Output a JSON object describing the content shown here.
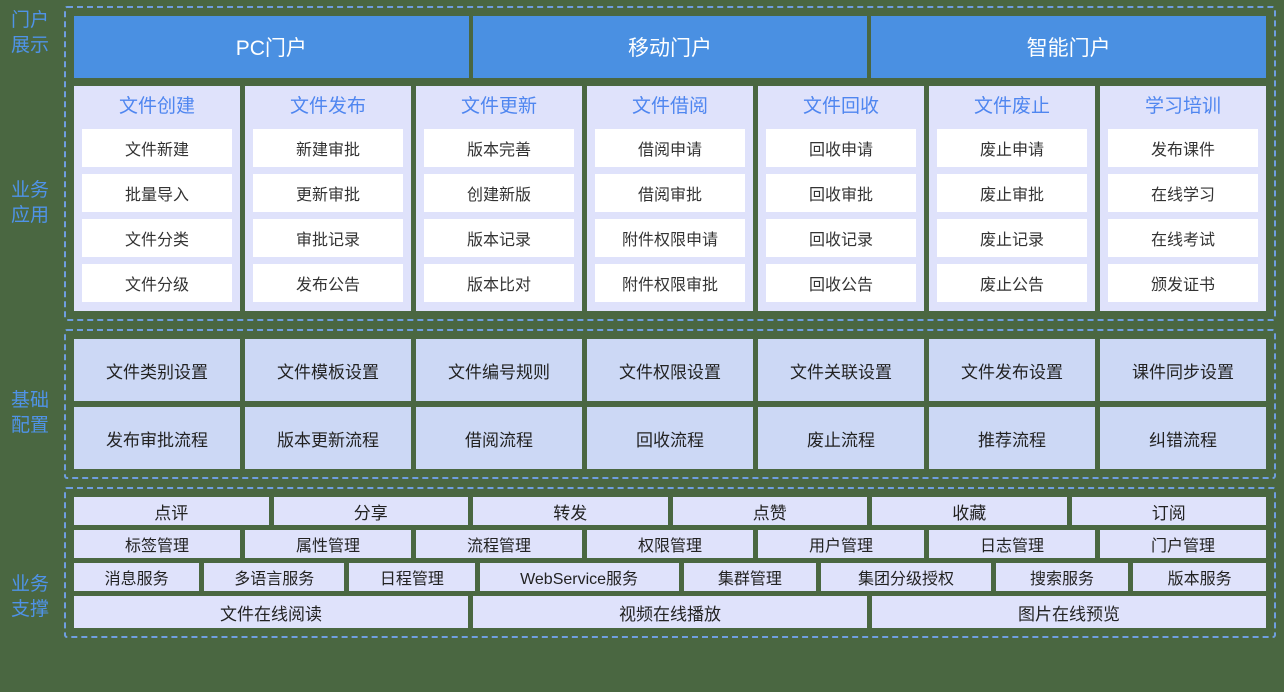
{
  "rail": {
    "labels": [
      {
        "id": "portal-display",
        "lines": [
          "门户",
          "展示"
        ]
      },
      {
        "id": "business-application",
        "lines": [
          "业务",
          "应用"
        ]
      },
      {
        "id": "basic-configuration",
        "lines": [
          "基础",
          "配置"
        ]
      },
      {
        "id": "business-support",
        "lines": [
          "业务",
          "支撑"
        ]
      }
    ]
  },
  "portal": {
    "items": [
      "PC门户",
      "移动门户",
      "智能门户"
    ]
  },
  "apps": {
    "columns": [
      {
        "title": "文件创建",
        "items": [
          "文件新建",
          "批量导入",
          "文件分类",
          "文件分级"
        ]
      },
      {
        "title": "文件发布",
        "items": [
          "新建审批",
          "更新审批",
          "审批记录",
          "发布公告"
        ]
      },
      {
        "title": "文件更新",
        "items": [
          "版本完善",
          "创建新版",
          "版本记录",
          "版本比对"
        ]
      },
      {
        "title": "文件借阅",
        "items": [
          "借阅申请",
          "借阅审批",
          "附件权限申请",
          "附件权限审批"
        ]
      },
      {
        "title": "文件回收",
        "items": [
          "回收申请",
          "回收审批",
          "回收记录",
          "回收公告"
        ]
      },
      {
        "title": "文件废止",
        "items": [
          "废止申请",
          "废止审批",
          "废止记录",
          "废止公告"
        ]
      },
      {
        "title": "学习培训",
        "items": [
          "发布课件",
          "在线学习",
          "在线考试",
          "颁发证书"
        ]
      }
    ]
  },
  "config": {
    "rows": [
      [
        "文件类别设置",
        "文件模板设置",
        "文件编号规则",
        "文件权限设置",
        "文件关联设置",
        "文件发布设置",
        "课件同步设置"
      ],
      [
        "发布审批流程",
        "版本更新流程",
        "借阅流程",
        "回收流程",
        "废止流程",
        "推荐流程",
        "纠错流程"
      ]
    ]
  },
  "support": {
    "row1": [
      "点评",
      "分享",
      "转发",
      "点赞",
      "收藏",
      "订阅"
    ],
    "row2": [
      "标签管理",
      "属性管理",
      "流程管理",
      "权限管理",
      "用户管理",
      "日志管理",
      "门户管理"
    ],
    "row3": [
      "消息服务",
      "多语言服务",
      "日程管理",
      "WebService服务",
      "集群管理",
      "集团分级授权",
      "搜索服务",
      "版本服务"
    ],
    "row4": [
      "文件在线阅读",
      "视频在线播放",
      "图片在线预览"
    ]
  },
  "colors": {
    "background": "#4a6741",
    "portal_bar": "#4a90e2",
    "dashed_border": "#6f9ede",
    "app_panel": "#dfe2fb",
    "app_item": "#ffffff",
    "config_cell": "#ccd8f5",
    "rail_text": "#4f93e8",
    "app_title_text": "#4f86f0"
  }
}
